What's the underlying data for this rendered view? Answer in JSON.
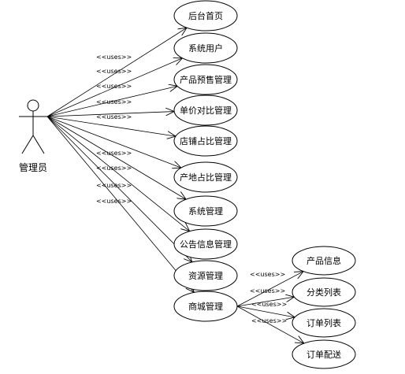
{
  "actor": {
    "label": "管理员"
  },
  "stereotype": "<<uses>>",
  "main_use_cases": [
    "后台首页",
    "系统用户",
    "产品预售管理",
    "单价对比管理",
    "店铺占比管理",
    "产地占比管理",
    "系统管理",
    "公告信息管理",
    "资源管理",
    "商城管理"
  ],
  "mall_use_cases": [
    "产品信息",
    "分类列表",
    "订单列表",
    "订单配送"
  ]
}
